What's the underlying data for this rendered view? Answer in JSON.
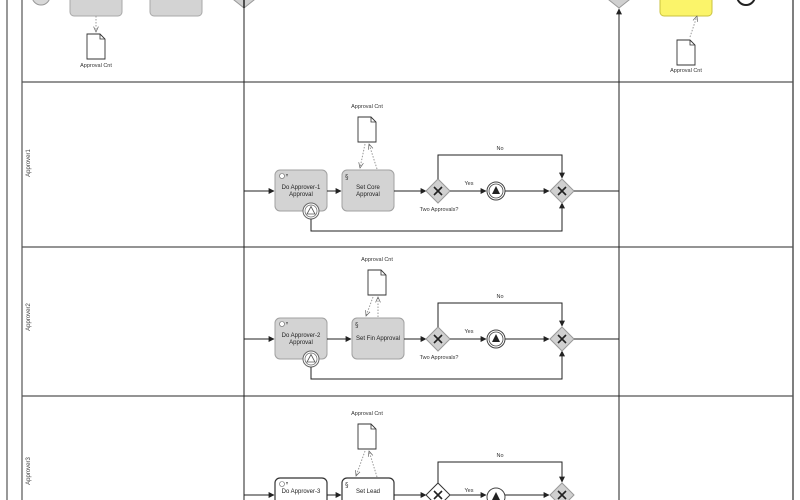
{
  "diagram": {
    "colors": {
      "task_fill": "#d3d3d3",
      "task_stroke": "#a0a0a0",
      "highlight_fill": "#fbf46a",
      "highlight_stroke": "#c9c240",
      "line": "#333333",
      "gateway_fill": "#d0d0d0"
    },
    "top_lane": {
      "data_objects": [
        {
          "label": "Approval Cnt"
        },
        {
          "label": "Approval Cnt"
        }
      ]
    },
    "lanes": [
      {
        "name": "Approver1",
        "user_task": "Do Approver-1 Approval",
        "user_task_line1": "Do Approver-1",
        "user_task_line2": "Approval",
        "script_task_line1": "Set Core",
        "script_task_line2": "Approval",
        "data_object": "Approval Cnt",
        "gateway_label": "Two Approvals?",
        "yes_label": "Yes",
        "no_label": "No"
      },
      {
        "name": "Approver2",
        "user_task_line1": "Do Approver-2",
        "user_task_line2": "Approval",
        "script_task_line1": "Set Fin Approval",
        "script_task_line2": "",
        "data_object": "Approval Cnt",
        "gateway_label": "Two Approvals?",
        "yes_label": "Yes",
        "no_label": "No"
      },
      {
        "name": "Approver3",
        "user_task_line1": "Do Approver-3",
        "user_task_line2": "",
        "script_task_line1": "Set Lead",
        "script_task_line2": "",
        "data_object": "Approval Cnt",
        "gateway_label": "",
        "yes_label": "Yes",
        "no_label": "No"
      }
    ]
  }
}
